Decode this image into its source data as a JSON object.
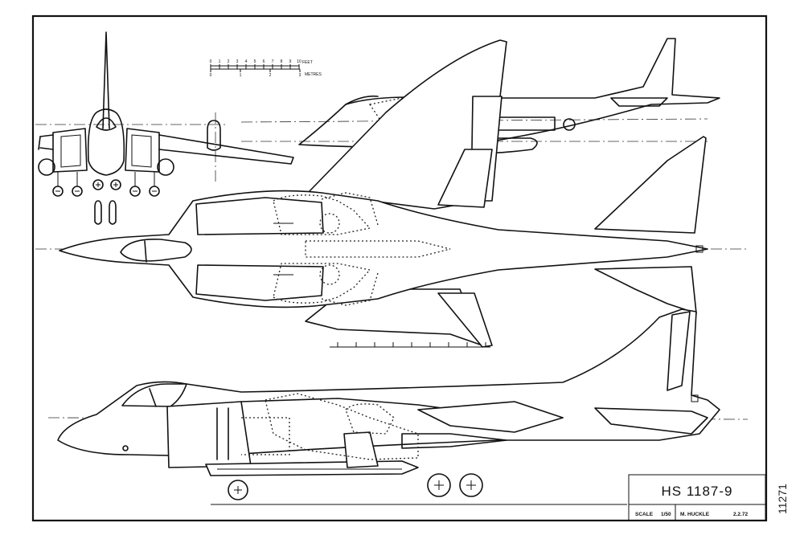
{
  "title_block": {
    "designation": "HS 1187-9",
    "scale_label": "SCALE",
    "scale_value": "1/50",
    "drawn_by": "M. HUCKLE",
    "date": "2.2.72"
  },
  "scale_bar": {
    "feet_ticks": [
      "0",
      "1",
      "2",
      "3",
      "4",
      "5",
      "6",
      "7",
      "8",
      "9",
      "10"
    ],
    "feet_label": "FEET",
    "metre_ticks": [
      "0",
      "1",
      "2",
      "3"
    ],
    "metre_label": "METRES"
  },
  "margin_note": "11271",
  "views": [
    "front-view",
    "top-plan-view",
    "side-elevation-view",
    "inset-side-view"
  ],
  "colors": {
    "ink": "#111111",
    "paper": "#ffffff"
  }
}
